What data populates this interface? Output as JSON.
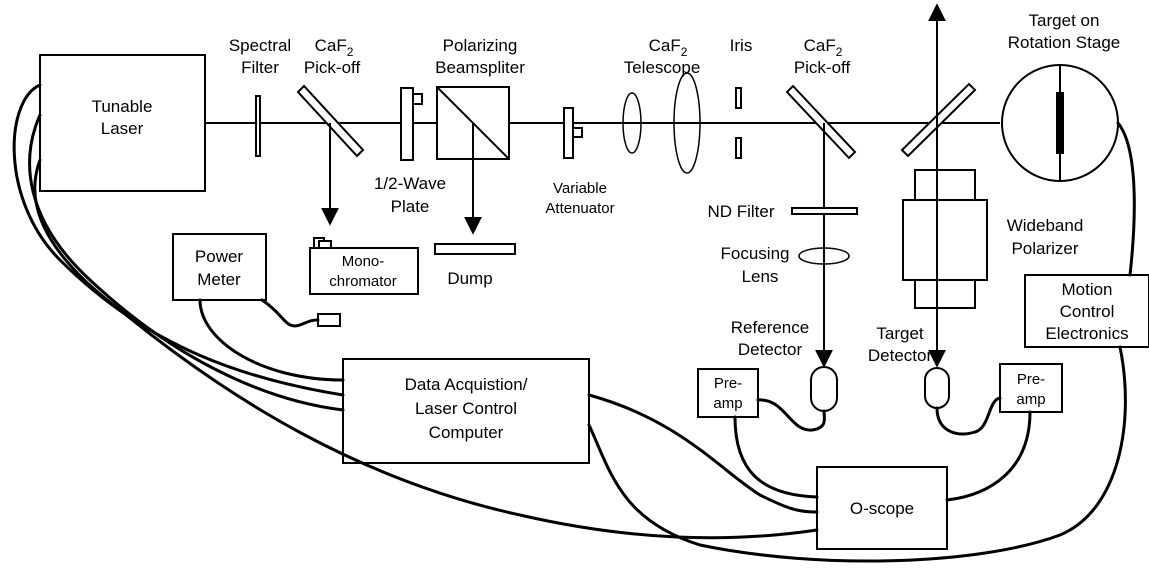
{
  "diagram": {
    "components": {
      "tunable_laser": [
        "Tunable",
        "Laser"
      ],
      "spectral_filter": [
        "Spectral",
        "Filter"
      ],
      "pickoff_1": [
        "CaF",
        "2",
        "Pick-off"
      ],
      "polarizing_beamsplitter": [
        "Polarizing",
        "Beamspliter"
      ],
      "half_wave_plate": [
        "1/2-Wave",
        "Plate"
      ],
      "variable_attenuator": [
        "Variable",
        "Attenuator"
      ],
      "telescope": [
        "CaF",
        "2",
        "Telescope"
      ],
      "iris": "Iris",
      "pickoff_2": [
        "CaF",
        "2",
        "Pick-off"
      ],
      "target_stage": [
        "Target on",
        "Rotation Stage"
      ],
      "power_meter": [
        "Power",
        "Meter"
      ],
      "monochromator": [
        "Mono-",
        "chromator"
      ],
      "dump": "Dump",
      "nd_filter": "ND Filter",
      "focusing_lens": [
        "Focusing",
        "Lens"
      ],
      "wideband_polarizer": [
        "Wideband",
        "Polarizer"
      ],
      "motion_control": [
        "Motion",
        "Control",
        "Electronics"
      ],
      "reference_detector": [
        "Reference",
        "Detector"
      ],
      "target_detector": [
        "Target",
        "Detector"
      ],
      "preamp_1": [
        "Pre-",
        "amp"
      ],
      "preamp_2": [
        "Pre-",
        "amp"
      ],
      "daq_computer": [
        "Data Acquistion/",
        "Laser Control",
        "Computer"
      ],
      "oscope": "O-scope"
    }
  }
}
